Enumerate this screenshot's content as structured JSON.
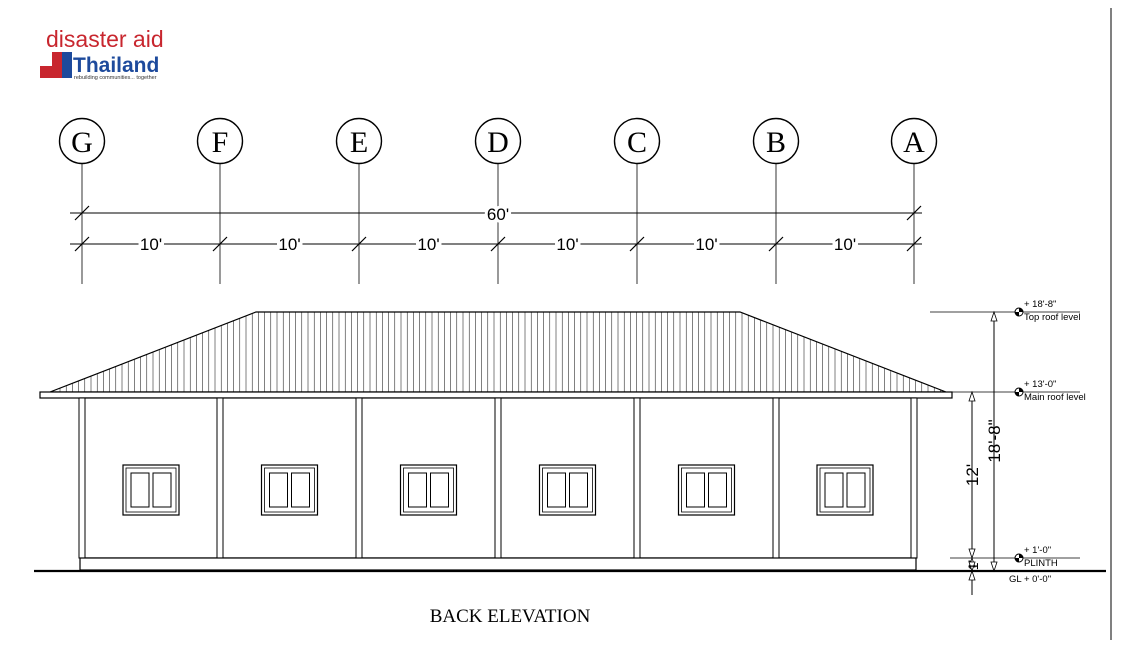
{
  "logo": {
    "line1": "disaster aid",
    "line2": "Thailand",
    "tagline": "rebuilding communities... together"
  },
  "grid_axes": [
    "G",
    "F",
    "E",
    "D",
    "C",
    "B",
    "A"
  ],
  "dimensions": {
    "overall": "60'",
    "bays": [
      "10'",
      "10'",
      "10'",
      "10'",
      "10'",
      "10'"
    ]
  },
  "levels": [
    {
      "value": "+ 18'-8\"",
      "name": "Top roof level"
    },
    {
      "value": "+ 13'-0\"",
      "name": "Main roof level"
    },
    {
      "value": "+ 1'-0\"",
      "name": "PLINTH"
    },
    {
      "value": "",
      "name": "GL + 0'-0\""
    }
  ],
  "vertical_dims": {
    "total": "18'-8\"",
    "wall": "12'",
    "plinth": "1'"
  },
  "drawing_title": "BACK ELEVATION",
  "colors": {
    "logo_red": "#c8262e",
    "logo_blue": "#1d4a9c",
    "line": "#000000"
  }
}
